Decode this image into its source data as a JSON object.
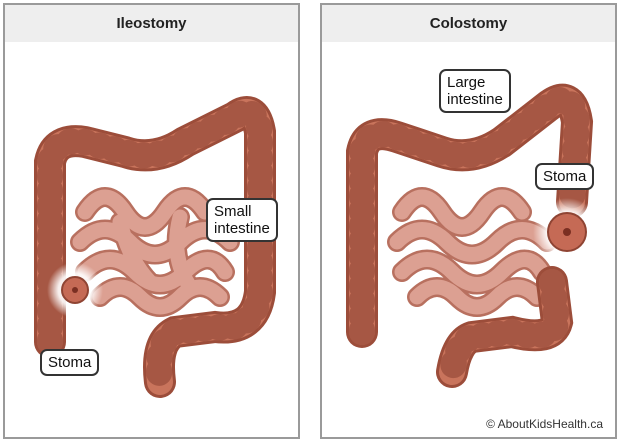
{
  "panels": [
    {
      "title": "Ileostomy",
      "labels": {
        "small_intestine": "Small\nintestine",
        "stoma": "Stoma"
      }
    },
    {
      "title": "Colostomy",
      "labels": {
        "large_intestine": "Large\nintestine",
        "stoma": "Stoma"
      }
    }
  ],
  "copyright": "© AboutKidsHealth.ca",
  "colors": {
    "colon": "#c9745c",
    "colon_dark": "#9c4d3a",
    "small_intestine": "#d9998a",
    "header": "#eeeeee",
    "border": "#9a9a9a"
  }
}
